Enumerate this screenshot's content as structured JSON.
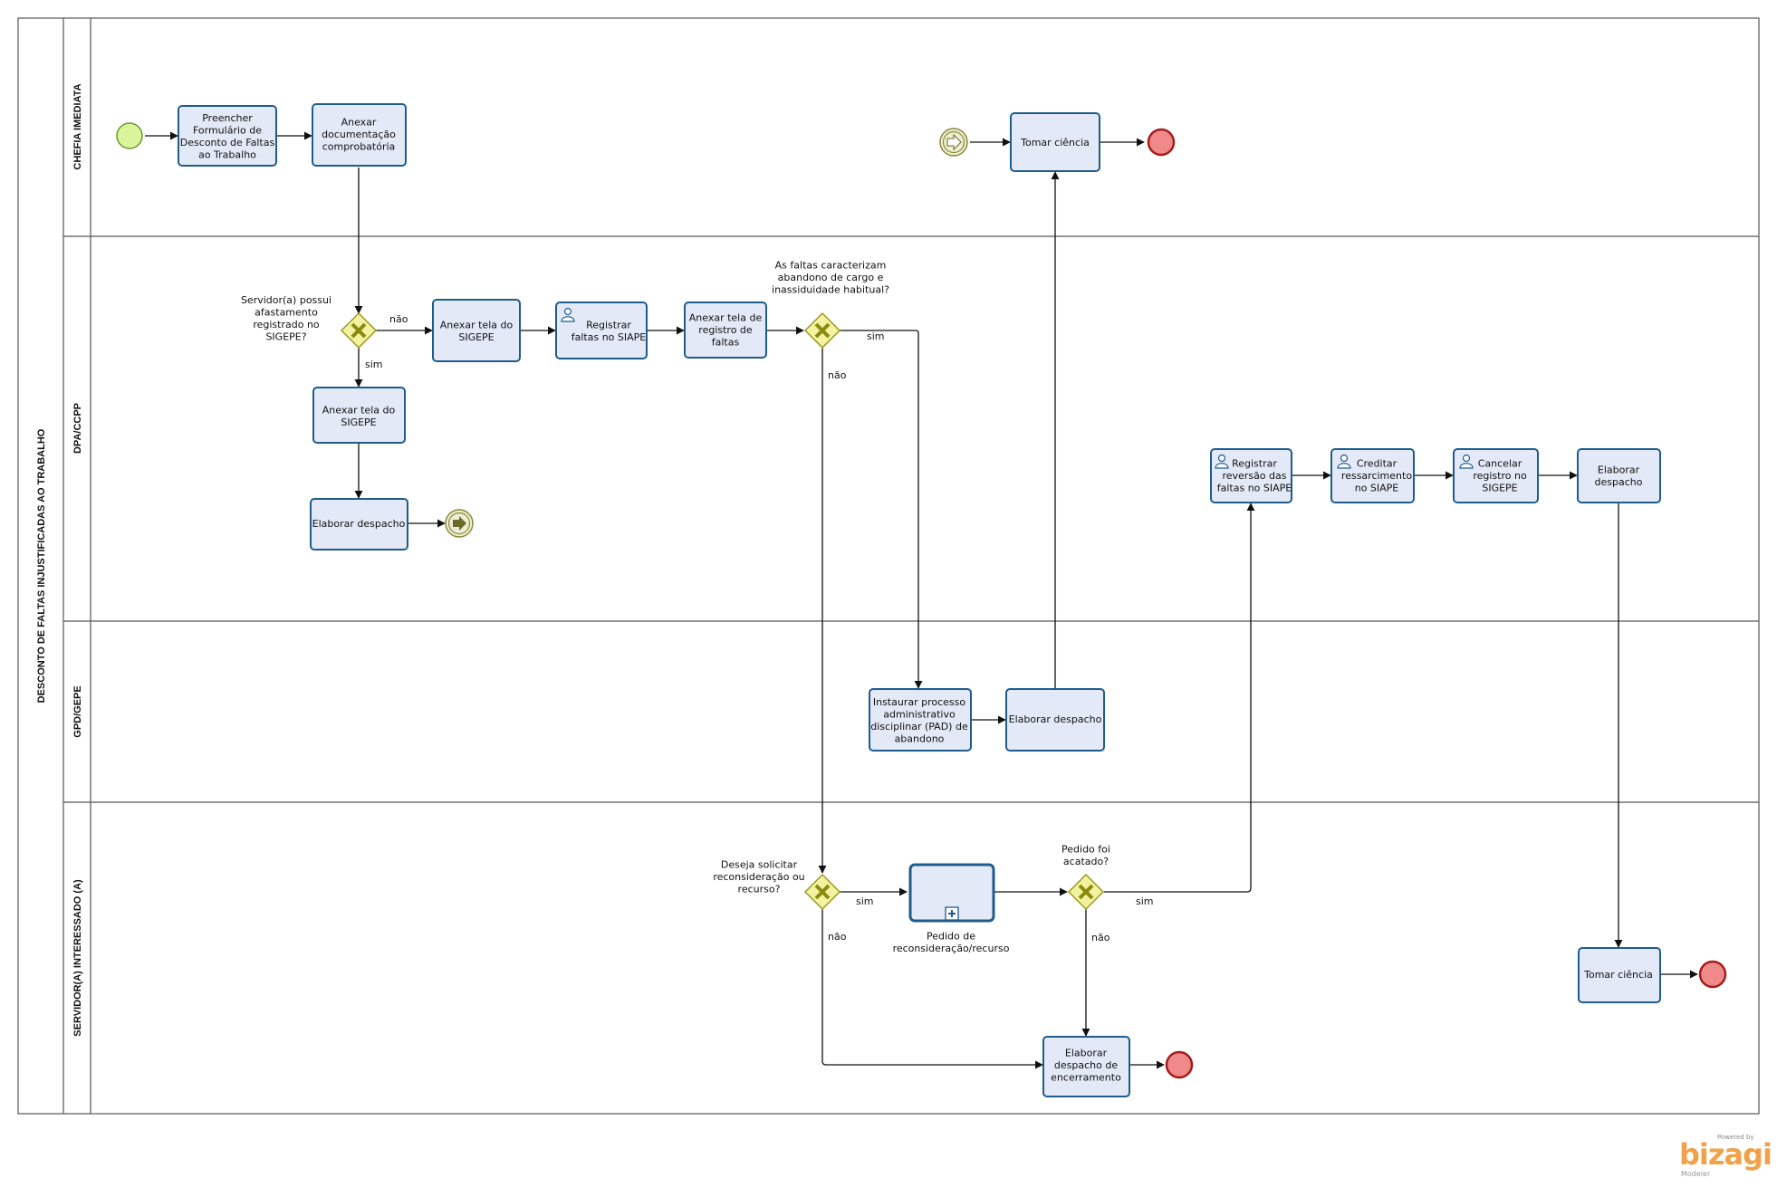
{
  "pool": {
    "title": "DESCONTO DE FALTAS INJUSTIFICADAS AO TRABALHO"
  },
  "lanes": [
    {
      "id": "chefia",
      "title": "CHEFIA IMEDIATA"
    },
    {
      "id": "dpa",
      "title": "DPA/CCPP"
    },
    {
      "id": "gpd",
      "title": "GPD/GEPE"
    },
    {
      "id": "servidor",
      "title": "SERVIDOR(A) INTERESSADO (A)"
    }
  ],
  "tasks": {
    "preencher": [
      "Preencher",
      "Formulário de",
      "Desconto de Faltas",
      "ao Trabalho"
    ],
    "anexar_doc": [
      "Anexar",
      "documentação",
      "comprobatória"
    ],
    "tomar_ciencia_chefia": [
      "Tomar ciência"
    ],
    "anexar_tela_sigepe_nao": [
      "Anexar tela do",
      "SIGEPE"
    ],
    "registrar_faltas": [
      "Registrar",
      "faltas no SIAPE"
    ],
    "anexar_tela_registro": [
      "Anexar tela de",
      "registro de",
      "faltas"
    ],
    "anexar_tela_sigepe_sim": [
      "Anexar  tela do",
      "SIGEPE"
    ],
    "elaborar_despacho_dpa1": [
      "Elaborar despacho"
    ],
    "registrar_reversao": [
      "Registrar",
      "reversão das",
      "faltas no SIAPE"
    ],
    "creditar": [
      "Creditar",
      "ressarcimento",
      "no SIAPE"
    ],
    "cancelar": [
      "Cancelar",
      "registro no",
      "SIGEPE"
    ],
    "elaborar_despacho_dpa2": [
      "Elaborar",
      "despacho"
    ],
    "instaurar_pad": [
      "Instaurar processo",
      "administrativo",
      "disciplinar (PAD) de",
      "abandono"
    ],
    "elaborar_despacho_gpd": [
      "Elaborar despacho"
    ],
    "pedido_subprocess": [
      "Pedido de",
      "reconsideração/recurso"
    ],
    "elaborar_encerramento": [
      "Elaborar",
      "despacho de",
      "encerramento"
    ],
    "tomar_ciencia_servidor": [
      "Tomar ciência"
    ]
  },
  "gateways": {
    "afastamento": [
      "Servidor(a) possui",
      "afastamento",
      "registrado no",
      "SIGEPE?"
    ],
    "abandono": [
      "As faltas caracterizam",
      "abandono de cargo e",
      "inassiduidade habitual?"
    ],
    "reconsideracao": [
      "Deseja solicitar",
      "reconsideração ou",
      "recurso?"
    ],
    "acatado": [
      "Pedido foi",
      "acatado?"
    ]
  },
  "flow_labels": {
    "nao": "não",
    "sim": "sim"
  },
  "branding": {
    "powered": "Powered by",
    "name": "bizagi",
    "product": "Modeler"
  },
  "colors": {
    "task_fill": "#e4e9f7",
    "task_stroke": "#1f5c8c",
    "start_fill": "#d9f59c",
    "start_stroke": "#6a9a2a",
    "end_fill": "#f08a8a",
    "end_stroke": "#a51c1c",
    "gateway_fill": "#f2f2a0",
    "gateway_stroke": "#9a9a1c",
    "gateway_x": "#8a8a10",
    "link_fill": "#eeeed2",
    "link_stroke": "#8a8a3a",
    "brand": "#f0a24a"
  }
}
